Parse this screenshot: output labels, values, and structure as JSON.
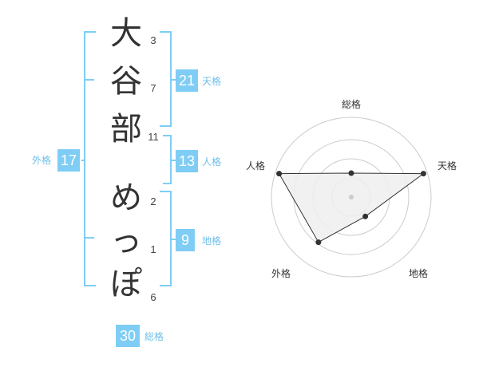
{
  "name": {
    "chars": [
      "大",
      "谷",
      "部",
      "め",
      "っ",
      "ぽ"
    ],
    "strokes": [
      "3",
      "7",
      "11",
      "2",
      "1",
      "6"
    ]
  },
  "fortune": {
    "tenkaku": {
      "label": "天格",
      "value": "21"
    },
    "jinkaku": {
      "label": "人格",
      "value": "13"
    },
    "chikaku": {
      "label": "地格",
      "value": "9"
    },
    "gaikaku": {
      "label": "外格",
      "value": "17"
    },
    "soukaku": {
      "label": "総格",
      "value": "30"
    }
  },
  "radar": {
    "labels": {
      "top": "総格",
      "right": "天格",
      "bottom_right": "地格",
      "bottom_left": "外格",
      "left": "人格"
    },
    "levels": [
      0.3,
      0.95,
      0.3,
      0.7,
      0.95
    ],
    "line_color": "#333333",
    "fill_color": "#eeeeee",
    "ring_color": "#cccccc",
    "bracket_color": "#7fcdf5"
  }
}
